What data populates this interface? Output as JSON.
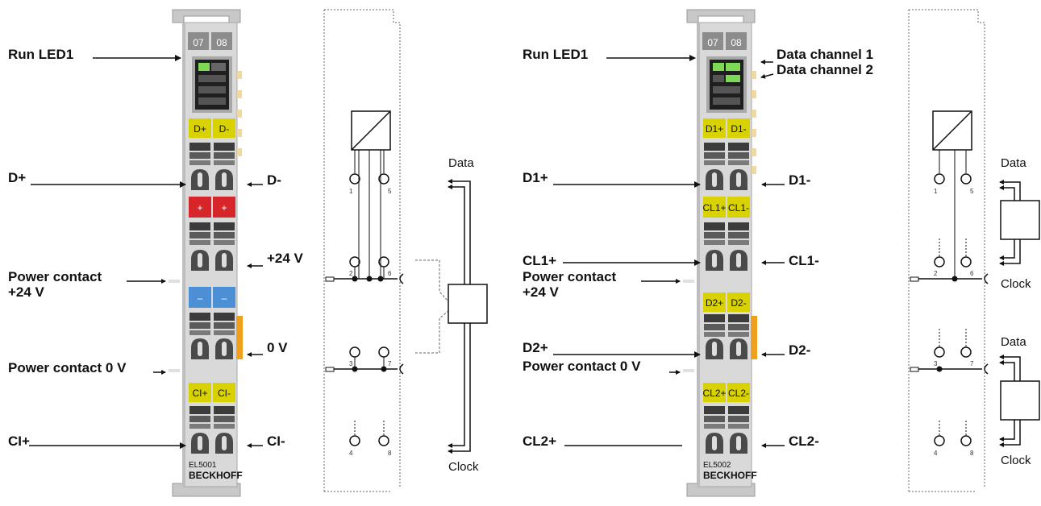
{
  "left_module": {
    "channel_tabs": [
      "07",
      "08"
    ],
    "labels": {
      "run_led": "Run LED1",
      "d_plus": "D+",
      "d_minus": "D-",
      "plus24_right": "+24 V",
      "power_plus24_line1": "Power contact",
      "power_plus24_line2": "+24 V",
      "zero_v_right": "0 V",
      "power_0v": "Power contact 0 V",
      "cl_plus": "CI+",
      "cl_minus": "CI-"
    },
    "tags": {
      "d_plus": "D+",
      "d_minus": "D-",
      "red_plus_1": "+",
      "red_plus_2": "+",
      "blue_minus_1": "–",
      "blue_minus_2": "–",
      "cl_plus": "CI+",
      "cl_minus": "CI-"
    },
    "model": "EL5001",
    "brand": "BECKHOFF",
    "schematic": {
      "data_label": "Data",
      "clock_label": "Clock",
      "terminals": [
        "1",
        "5",
        "2",
        "6",
        "3",
        "7",
        "4",
        "8"
      ]
    }
  },
  "right_module": {
    "channel_tabs": [
      "07",
      "08"
    ],
    "labels": {
      "run_led": "Run LED1",
      "data_channel_1": "Data channel 1",
      "data_channel_2": "Data channel 2",
      "d1_plus": "D1+",
      "d1_minus": "D1-",
      "cl1_plus": "CL1+",
      "cl1_minus": "CL1-",
      "power_plus24_line1": "Power contact",
      "power_plus24_line2": "+24 V",
      "d2_plus": "D2+",
      "d2_minus": "D2-",
      "power_0v": "Power contact 0 V",
      "cl2_plus": "CL2+",
      "cl2_minus": "CL2-"
    },
    "tags": {
      "d1_plus": "D1+",
      "d1_minus": "D1-",
      "cl1_plus": "CL1+",
      "cl1_minus": "CL1-",
      "d2_plus": "D2+",
      "d2_minus": "D2-",
      "cl2_plus": "CL2+",
      "cl2_minus": "CL2-"
    },
    "model": "EL5002",
    "brand": "BECKHOFF",
    "schematic": {
      "data_label_1": "Data",
      "clock_label_1": "Clock",
      "data_label_2": "Data",
      "clock_label_2": "Clock",
      "terminals": [
        "1",
        "5",
        "2",
        "6",
        "3",
        "7",
        "4",
        "8"
      ]
    }
  },
  "colors": {
    "terminal_body": "#d9d9d9",
    "label_yellow": "#d8d200",
    "label_red": "#d7262b",
    "label_blue": "#4b8fd6",
    "contact_orange": "#f0a020",
    "led_green": "#7ed957"
  }
}
